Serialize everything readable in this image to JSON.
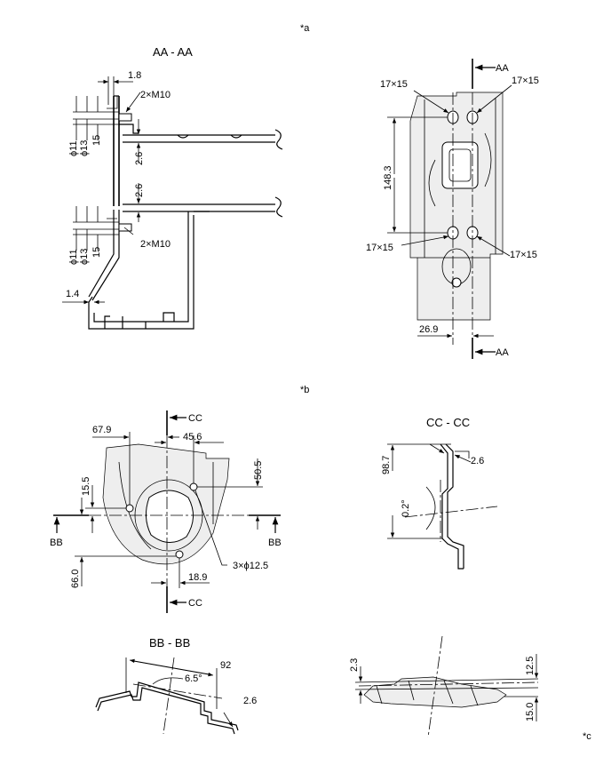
{
  "refs": {
    "a": "*a",
    "b": "*b",
    "c": "*c"
  },
  "views": {
    "aa_title": "AA - AA",
    "cc_title": "CC - CC",
    "bb_title": "BB - BB"
  },
  "section_marks": {
    "aa": "AA",
    "bb": "BB",
    "cc": "CC"
  },
  "dims_a": {
    "d1_8": "1.8",
    "bolt_top": "2×M10",
    "bolt_bottom": "2×M10",
    "phi11_top": "ϕ11",
    "phi13_top": "ϕ13",
    "d15_top": "15",
    "phi11_bottom": "ϕ11",
    "phi13_bottom": "ϕ13",
    "d15_bottom": "15",
    "d2_6_top": "2.6",
    "d2_6_mid": "2.6",
    "d1_4": "1.4",
    "slot_tl": "17×15",
    "slot_tr": "17×15",
    "slot_bl": "17×15",
    "slot_br": "17×15",
    "d148_3": "148.3",
    "d26_9": "26.9"
  },
  "dims_b": {
    "d67_9": "67.9",
    "d45_6": "45.6",
    "d50_5": "50.5",
    "d15_5": "15.5",
    "d66_0": "66.0",
    "d18_9": "18.9",
    "holes": "3×ϕ12.5",
    "d98_7": "98.7",
    "d2_6": "2.6",
    "d0_2": "0.2°"
  },
  "dims_c": {
    "d92": "92",
    "d6_5": "6.5°",
    "d2_6": "2.6",
    "d2_3": "2.3",
    "d12_5": "12.5",
    "d15_0": "15.0"
  }
}
